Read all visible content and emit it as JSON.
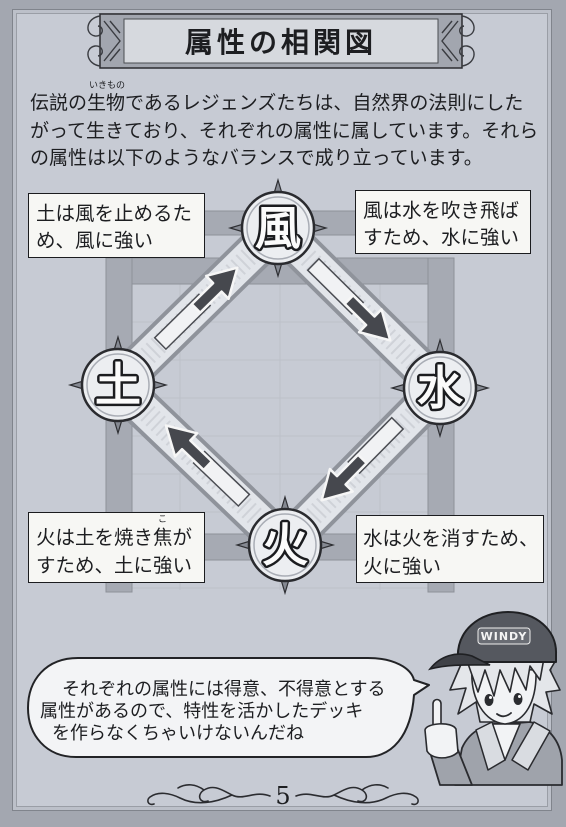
{
  "colors": {
    "paper": "#c7cbd4",
    "frame": "#a3a7b0",
    "ink": "#1d1e21",
    "note_fill": "#f7f7f4",
    "bar": "#a6aab3",
    "track": "#e2e5ea",
    "arrow": "#46484e"
  },
  "page": {
    "title": "属性の相関図",
    "page_number": "5"
  },
  "intro": {
    "ruby": "いきもの",
    "lines": [
      "伝説の生物であるレジェンズたちは、自然界の法則にした",
      "がって生きており、それぞれの属性に属しています。それら",
      "の属性は以下のようなバランスで成り立っています。"
    ]
  },
  "diagram": {
    "elements": {
      "wind": "風",
      "water": "水",
      "fire": "火",
      "earth": "土"
    },
    "notes": [
      {
        "lines": [
          "土は風を止めるた",
          "め、風に強い"
        ]
      },
      {
        "lines": [
          "風は水を吹き飛ば",
          "すため、水に強い"
        ]
      },
      {
        "lines": [
          "火は土を焼き焦が",
          "すため、土に強い"
        ],
        "ruby": "こ"
      },
      {
        "lines": [
          "水は火を消すため、",
          "火に強い"
        ]
      }
    ]
  },
  "speech_bubble": {
    "lines": [
      "それぞれの属性には得意、不得意とする",
      "属性があるので、特性を活かしたデッキ",
      "を作らなくちゃいけないんだね"
    ]
  },
  "character": {
    "cap_text": "WINDY"
  }
}
